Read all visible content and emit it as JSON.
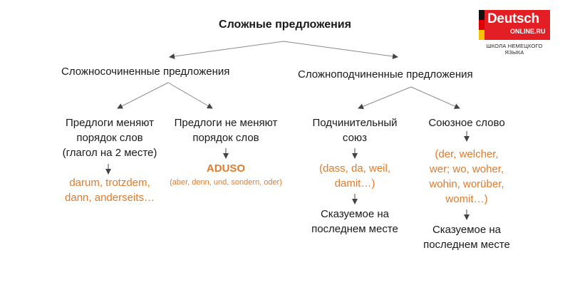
{
  "title": "Сложные предложения",
  "left_branch": {
    "label": "Сложносочиненные предложения",
    "nodes": [
      {
        "label_lines": [
          "Предлоги меняют",
          "порядок слов",
          "(глагол на 2 месте)"
        ],
        "examples": [
          "darum, trotzdem,",
          "dann, anderseits…"
        ]
      },
      {
        "label_lines": [
          "Предлоги не меняют",
          "порядок слов"
        ],
        "acronym": "ADUSO",
        "acronym_detail": "(aber, denn, und, sondern, oder)"
      }
    ]
  },
  "right_branch": {
    "label": "Сложноподчиненные предложения",
    "nodes": [
      {
        "label_lines": [
          "Подчинительный",
          "союз"
        ],
        "examples": [
          "(dass, da, weil,",
          "damit…)"
        ],
        "result_lines": [
          "Сказуемое на",
          "последнем месте"
        ]
      },
      {
        "label_lines": [
          "Союзное слово"
        ],
        "examples": [
          "(der, welcher,",
          "wer; wo, woher,",
          "wohin, worüber,",
          "womit…)"
        ],
        "result_lines": [
          "Сказуемое на",
          "последнем месте"
        ]
      }
    ]
  },
  "logo": {
    "main": "Deutsch",
    "sub": "ONLINE.RU",
    "tagline": "ШКОЛА НЕМЕЦКОГО ЯЗЫКА"
  },
  "colors": {
    "accent": "#e07b2d",
    "text": "#1a1a1a",
    "lines": "#8a8a8a",
    "logo_red": "#e31e24"
  }
}
